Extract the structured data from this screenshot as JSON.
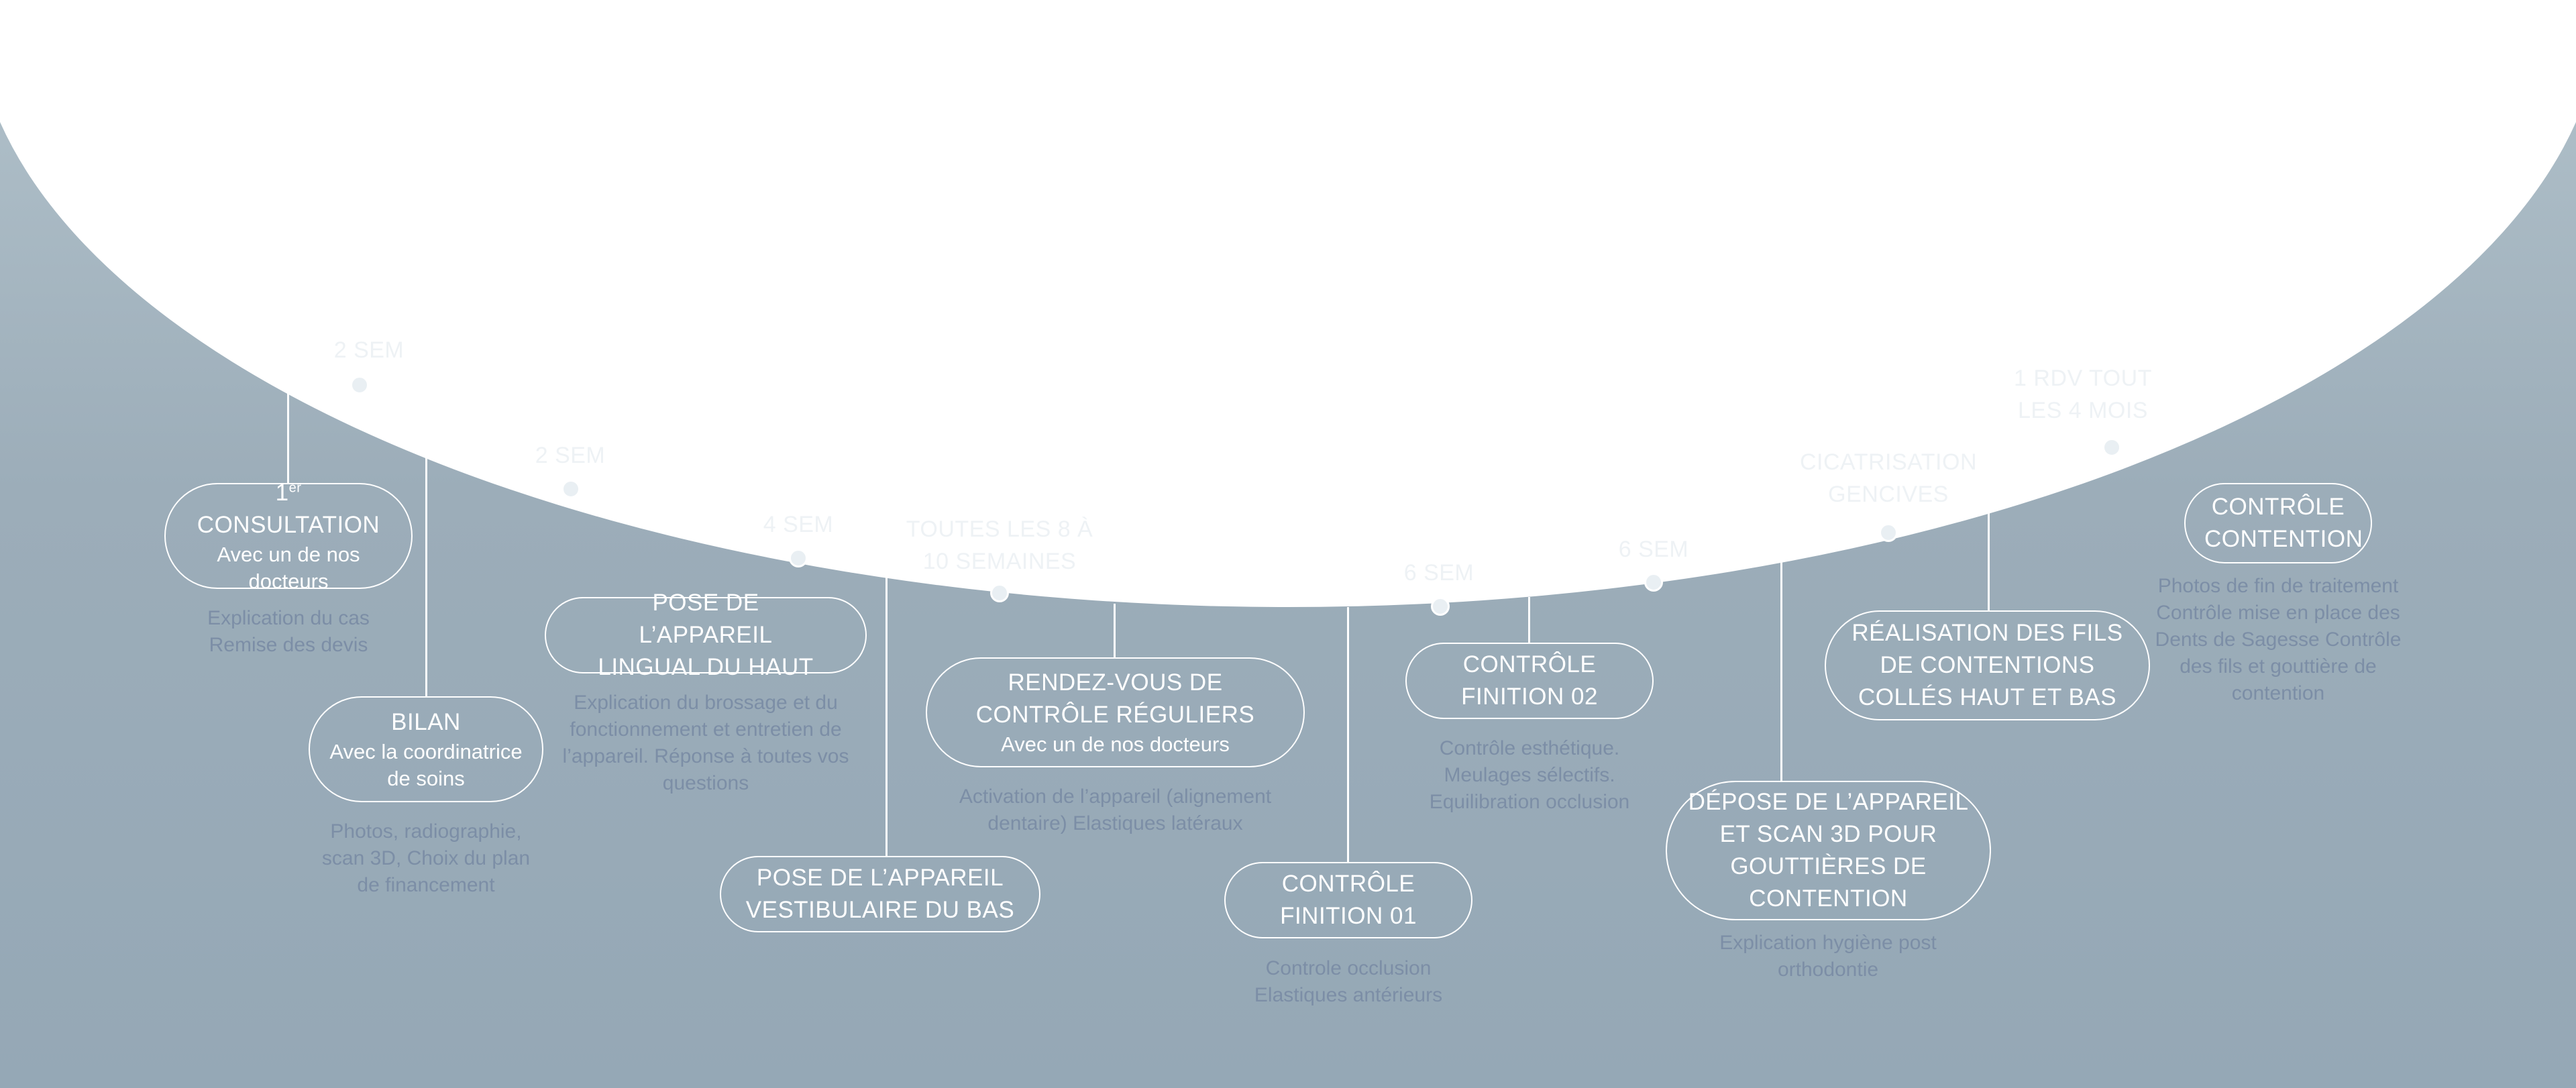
{
  "colors": {
    "background": "#9cadb9",
    "arc": "#ffffff",
    "description": "#7c8ea6"
  },
  "intervals": [
    {
      "text": "2 SEM"
    },
    {
      "text": "2 SEM"
    },
    {
      "text": "4 SEM"
    },
    {
      "text": "TOUTES LES 8 À 10 SEMAINES"
    },
    {
      "text": "6 SEM"
    },
    {
      "text": "6 SEM"
    },
    {
      "text": "CICATRISATION GENCIVES"
    },
    {
      "text": "1 RDV TOUT LES 4 MOIS"
    }
  ],
  "steps": [
    {
      "title_main": "1",
      "title_sup": "er",
      "title_rest": " CONSULTATION",
      "subtitle": "Avec un de nos docteurs",
      "description": "Explication du cas Remise des devis"
    },
    {
      "title": "BILAN",
      "subtitle": "Avec la coordinatrice de soins",
      "description": "Photos, radiographie, scan 3D, Choix du plan de financement"
    },
    {
      "title": "POSE DE L’APPAREIL LINGUAL DU HAUT",
      "description": "Explication du brossage et du fonctionnement et entretien de l’appareil. Réponse à toutes vos questions"
    },
    {
      "title": "POSE DE L’APPAREIL VESTIBULAIRE DU BAS"
    },
    {
      "title": "RENDEZ-VOUS DE CONTRÔLE RÉGULIERS",
      "subtitle": "Avec un de nos docteurs",
      "description": "Activation de l’appareil (alignement dentaire) Elastiques latéraux"
    },
    {
      "title": "CONTRÔLE FINITION 01",
      "description": "Controle occlusion Elastiques antérieurs"
    },
    {
      "title": "CONTRÔLE FINITION 02",
      "description": "Contrôle esthétique. Meulages sélectifs. Equilibration occlusion"
    },
    {
      "title": "DÉPOSE DE L’APPAREIL ET SCAN 3D POUR GOUTTIÈRES DE CONTENTION",
      "description": "Explication hygiène post orthodontie"
    },
    {
      "title": "RÉALISATION DES FILS DE CONTENTIONS COLLÉS HAUT ET BAS"
    },
    {
      "title": "CONTRÔLE CONTENTION",
      "description": "Photos de fin de traitement Contrôle mise en place des Dents de Sagesse Contrôle des fils et gouttière de contention"
    }
  ]
}
